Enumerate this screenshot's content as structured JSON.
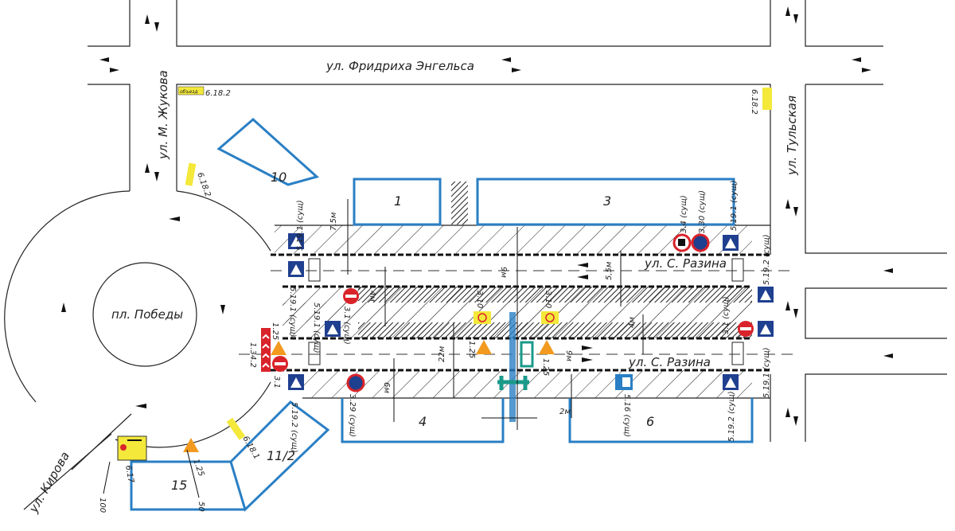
{
  "streets": {
    "engelsa": "ул. Фридриха Энгельса",
    "zhukova": "ул. М. Жукова",
    "tulskaya": "ул. Тульская",
    "razina_top": "ул. С. Разина",
    "razina_bottom": "ул. С. Разина",
    "kirova": "ул. Кирова",
    "square": "пл. Победы"
  },
  "buildings": [
    "10",
    "1",
    "3",
    "4",
    "6",
    "11/2",
    "15"
  ],
  "signs": {
    "s6182_a": "6.18.2",
    "s6182_b": "6.18.2",
    "s6182_c": "6.18.2",
    "s6181": "6.18.1",
    "s617": "6.17",
    "s125_a": "1.25",
    "s125_b": "1.25",
    "s125_c": "1.25",
    "s125_d": "1.25",
    "s342": "1.34.2",
    "s31_a": "3.1",
    "s31_b": "3.1 (сущ)",
    "s31_c": "3.1 (сущ)",
    "s329": "3.29 (сущ)",
    "s34": "3.4 (сущ)",
    "s330": "3.30 (сущ)",
    "s310_a": "3.10",
    "s310_b": "3.10",
    "s5191_a": "5.19.1 (сущ)",
    "s5191_b": "5.19.1 (сущ)",
    "s5191_c": "5.19.1 (сущ)",
    "s5191_d": "5.19.1 (сущ)",
    "s5191_e": "5.19.1 (сущ)",
    "s5192_a": "5.19.2 (сущ)",
    "s5192_b": "5.19.2 (сущ)",
    "s5192_c": "5.19.2 (сущ)",
    "s516": "5.16 (сущ)",
    "detour_text": "объезд"
  },
  "dimensions": {
    "d75": "7,5м",
    "d9a": "9м",
    "d55": "5,5м",
    "d4a": "4м",
    "d4b": "4м",
    "d22": "22м",
    "d9b": "9м",
    "d6": "6м",
    "d2": "2м",
    "d100": "100",
    "d50": "50"
  },
  "colors": {
    "building": "#2a7fc4",
    "sign_blue": "#1f3f8f",
    "sign_red": "#d9232a",
    "sign_yellow": "#f4e83a",
    "sign_orange": "#f29a1f",
    "work_zone": "#1a9a8a"
  }
}
